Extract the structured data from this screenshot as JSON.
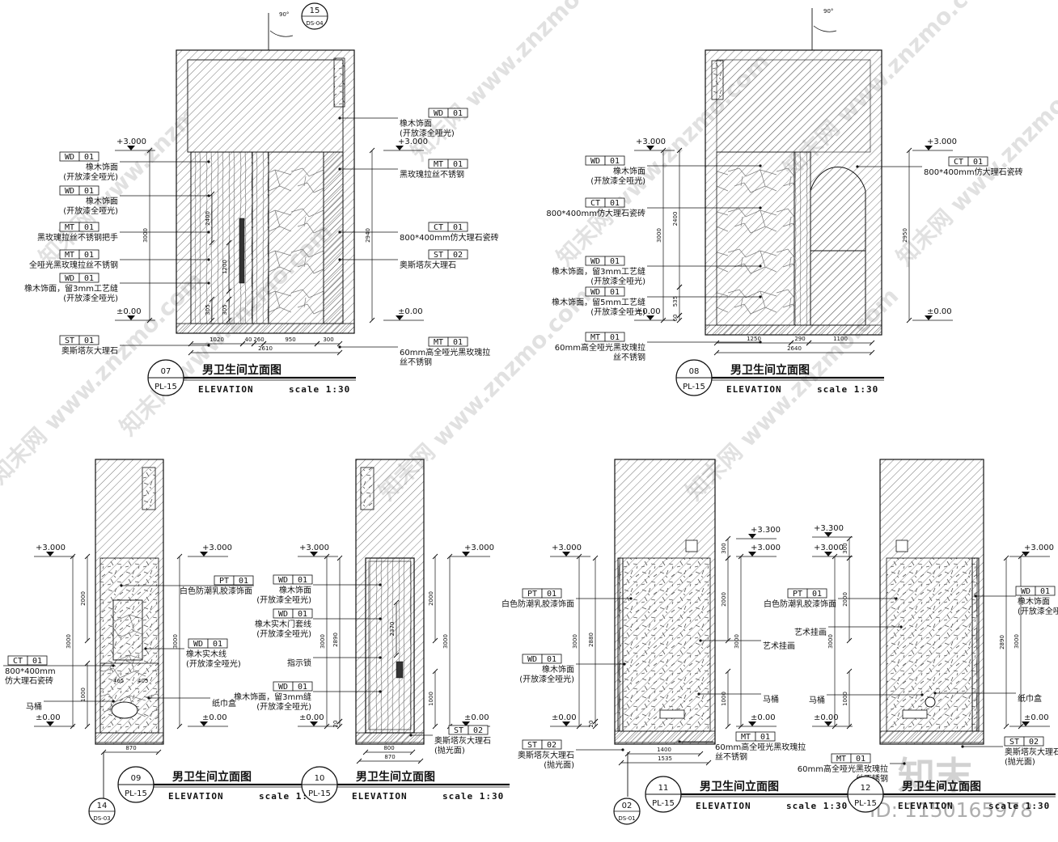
{
  "watermarks": [
    "知末网 www.znzmo.com",
    "知末",
    "ID: 1150165978"
  ],
  "common": {
    "elevation_label": "ELEVATION",
    "scale": "scale 1:30",
    "sheet_ref": "PL-15",
    "level_0": "±0.00",
    "level_3000": "+3.000",
    "level_3300": "+3.300",
    "angle": "90°"
  },
  "views": {
    "v07": {
      "num": "07",
      "title": "男卫生间立面图",
      "section": {
        "num": "15",
        "sheet": "DS-04"
      },
      "dims_bottom": [
        "1020",
        "40",
        "260",
        "950",
        "300"
      ],
      "dim_total": "2610",
      "dims_left": "3000",
      "dims_right": "2940",
      "dims_inner": [
        "2400",
        "1200",
        "305",
        "305"
      ],
      "left_notes": [
        {
          "code": "WD",
          "num": "01",
          "text": "橡木饰面",
          "sub": "(开放漆全哑光)"
        },
        {
          "code": "WD",
          "num": "01",
          "text": "橡木饰面",
          "sub": "(开放漆全哑光)"
        },
        {
          "code": "MT",
          "num": "01",
          "text": "黑玫瑰拉丝不锈钢把手"
        },
        {
          "code": "MT",
          "num": "01",
          "text": "全哑光黑玫瑰拉丝不锈钢"
        },
        {
          "code": "WD",
          "num": "01",
          "text": "橡木饰面，留3mm工艺缝",
          "sub": "(开放漆全哑光)"
        },
        {
          "code": "ST",
          "num": "01",
          "text": "奥斯塔灰大理石"
        }
      ],
      "right_notes": [
        {
          "code": "WD",
          "num": "01",
          "text": "橡木饰面",
          "sub": "(开放漆全哑光)"
        },
        {
          "code": "MT",
          "num": "01",
          "text": "黑玫瑰拉丝不锈钢"
        },
        {
          "code": "CT",
          "num": "01",
          "text": "800*400mm仿大理石瓷砖"
        },
        {
          "code": "ST",
          "num": "02",
          "text": "奥斯塔灰大理石"
        },
        {
          "code": "MT",
          "num": "01",
          "text": "60mm高全哑光黑玫瑰拉",
          "sub": "丝不锈钢"
        }
      ]
    },
    "v08": {
      "num": "08",
      "title": "男卫生间立面图",
      "dims_bottom": [
        "1250",
        "290",
        "1100"
      ],
      "dim_total": "2640",
      "dims_left": [
        "3000",
        "2400",
        "535",
        "60"
      ],
      "dims_right": "2950",
      "left_notes": [
        {
          "code": "WD",
          "num": "01",
          "text": "橡木饰面",
          "sub": "(开放漆全哑光)"
        },
        {
          "code": "CT",
          "num": "01",
          "text": "800*400mm仿大理石瓷砖"
        },
        {
          "code": "WD",
          "num": "01",
          "text": "橡木饰面，留3mm工艺缝",
          "sub": "(开放漆全哑光)"
        },
        {
          "code": "WD",
          "num": "01",
          "text": "橡木饰面，留5mm工艺缝",
          "sub": "(开放漆全哑光)"
        },
        {
          "code": "MT",
          "num": "01",
          "text": "60mm高全哑光黑玫瑰拉",
          "sub": "丝不锈钢"
        }
      ],
      "right_notes": [
        {
          "code": "CT",
          "num": "01",
          "text": "800*400mm仿大理石瓷砖"
        }
      ]
    },
    "v09": {
      "num": "09",
      "title": "男卫生间立面图",
      "section": {
        "num": "14",
        "sheet": "DS-03"
      },
      "dims_bottom": [
        "870",
        "465",
        "405"
      ],
      "dims_left": [
        "3000",
        "2000",
        "1000"
      ],
      "dims_right": "3000",
      "left_notes": [
        {
          "code": "CT",
          "num": "01",
          "text": "800*400mm",
          "sub": "仿大理石瓷砖"
        },
        {
          "text": "马桶"
        }
      ],
      "right_notes": [
        {
          "code": "PT",
          "num": "01",
          "text": "白色防潮乳胶漆饰面"
        },
        {
          "code": "WD",
          "num": "01",
          "text": "橡木实木线",
          "sub": "(开放漆全哑光)"
        },
        {
          "text": "纸巾盒"
        }
      ]
    },
    "v10": {
      "num": "10",
      "title": "男卫生间立面图",
      "dims_bottom": [
        "800",
        "870"
      ],
      "dims_left": [
        "3000",
        "2890",
        "20"
      ],
      "dims_right": [
        "2000",
        "3000",
        "1000"
      ],
      "dims_inner": "2370",
      "left_notes": [
        {
          "code": "WD",
          "num": "01",
          "text": "橡木饰面",
          "sub": "(开放漆全哑光)"
        },
        {
          "code": "WD",
          "num": "01",
          "text": "橡木实木门套线",
          "sub": "(开放漆全哑光)"
        },
        {
          "text": "指示锁"
        },
        {
          "code": "WD",
          "num": "01",
          "text": "橡木饰面，留3mm缝",
          "sub": "(开放漆全哑光)"
        }
      ],
      "right_notes": [
        {
          "code": "ST",
          "num": "02",
          "text": "奥斯塔灰大理石",
          "sub": "(抛光面)"
        }
      ]
    },
    "v11": {
      "num": "11",
      "title": "男卫生间立面图",
      "section": {
        "num": "02",
        "sheet": "DS-01"
      },
      "dims_bottom": [
        "1400",
        "1535"
      ],
      "dims_left": [
        "3000",
        "2880",
        "20"
      ],
      "dims_right": [
        "300",
        "2000",
        "3000",
        "1000"
      ],
      "left_notes": [
        {
          "code": "PT",
          "num": "01",
          "text": "白色防潮乳胶漆饰面"
        },
        {
          "code": "WD",
          "num": "01",
          "text": "橡木饰面",
          "sub": "(开放漆全哑光)"
        },
        {
          "code": "ST",
          "num": "02",
          "text": "奥斯塔灰大理石",
          "sub": "(抛光面)"
        }
      ],
      "right_notes": [
        {
          "text": "艺术挂画"
        },
        {
          "text": "马桶"
        },
        {
          "code": "MT",
          "num": "01",
          "text": "60mm高全哑光黑玫瑰拉",
          "sub": "丝不锈钢"
        }
      ]
    },
    "v12": {
      "num": "12",
      "title": "男卫生间立面图",
      "dims_left": [
        "300",
        "2000",
        "3000",
        "1000"
      ],
      "dims_right": [
        "2890",
        "3000"
      ],
      "left_notes": [
        {
          "code": "PT",
          "num": "01",
          "text": "白色防潮乳胶漆饰面"
        },
        {
          "text": "艺术挂画"
        },
        {
          "text": "马桶"
        },
        {
          "code": "MT",
          "num": "01",
          "text": "60mm高全哑光黑玫瑰拉",
          "sub": "丝不锈钢"
        }
      ],
      "right_notes": [
        {
          "code": "WD",
          "num": "01",
          "text": "橡木饰面",
          "sub": "(开放漆全哑光)"
        },
        {
          "text": "纸巾盒"
        },
        {
          "code": "ST",
          "num": "02",
          "text": "奥斯塔灰大理石",
          "sub": "(抛光面)"
        }
      ]
    }
  }
}
